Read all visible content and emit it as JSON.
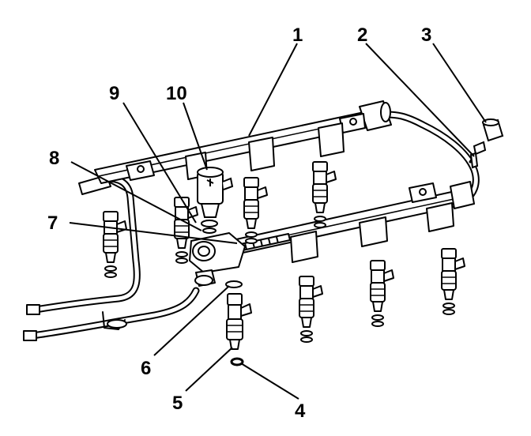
{
  "diagram": {
    "colors": {
      "ink": "#000000",
      "paper": "#ffffff"
    },
    "callouts": [
      {
        "id": "1",
        "label": "1"
      },
      {
        "id": "2",
        "label": "2"
      },
      {
        "id": "3",
        "label": "3"
      },
      {
        "id": "4",
        "label": "4"
      },
      {
        "id": "5",
        "label": "5"
      },
      {
        "id": "6",
        "label": "6"
      },
      {
        "id": "7",
        "label": "7"
      },
      {
        "id": "8",
        "label": "8"
      },
      {
        "id": "9",
        "label": "9"
      },
      {
        "id": "10",
        "label": "10"
      }
    ]
  }
}
